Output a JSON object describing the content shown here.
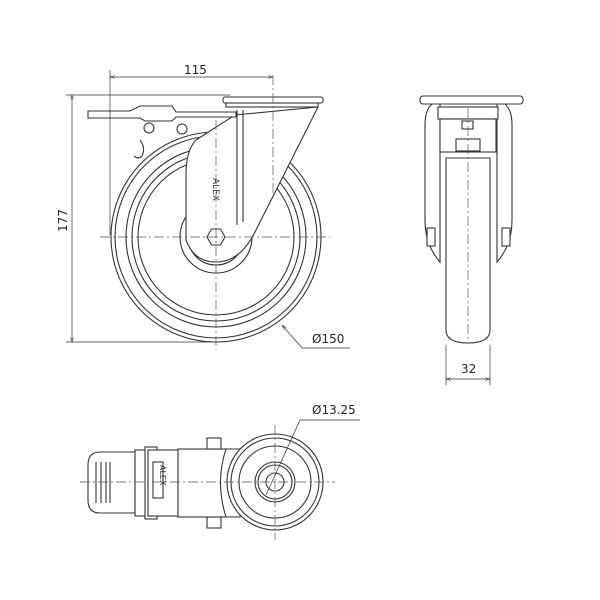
{
  "drawing": {
    "title": "Swivel castor with brake - technical drawing",
    "dimensions": {
      "width_offset": "115",
      "height": "177",
      "wheel_diameter": "Ø150",
      "wheel_width": "32",
      "bore_diameter": "Ø13.25"
    },
    "brand_mark": "ALEX"
  }
}
